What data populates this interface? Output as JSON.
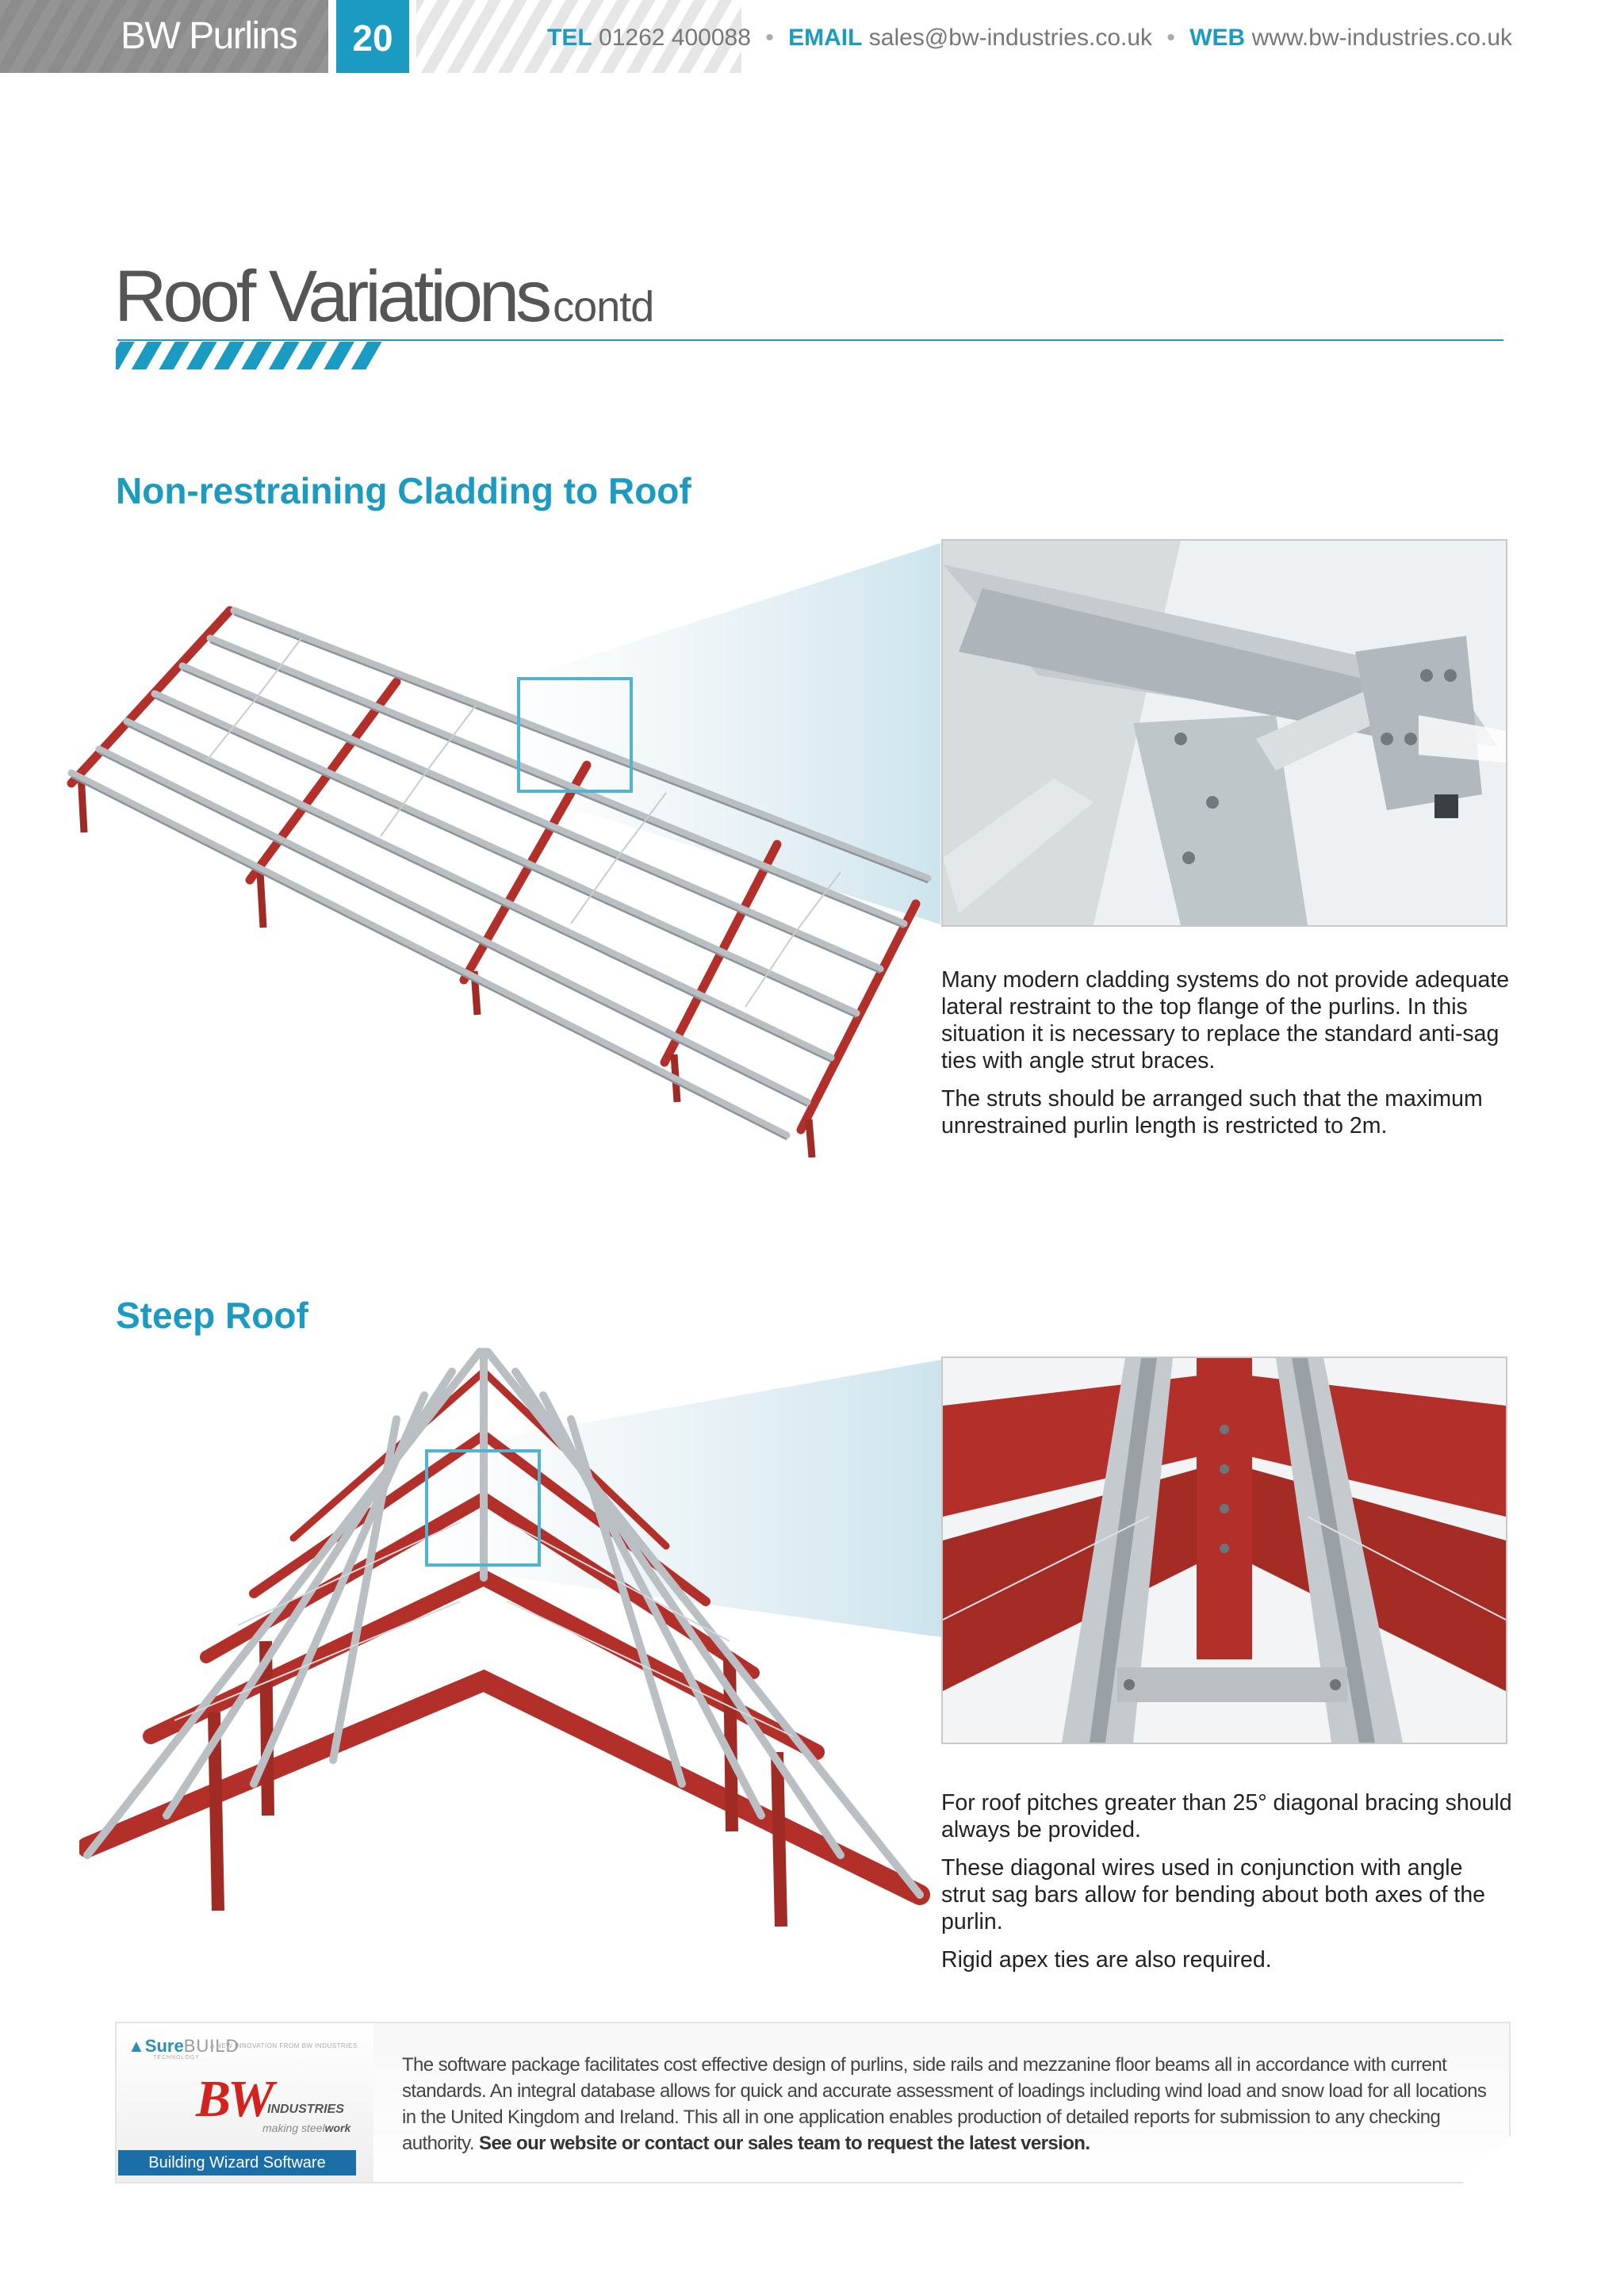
{
  "header": {
    "brand": "BW Purlins",
    "page_number": "20",
    "tel_label": "TEL",
    "tel": "01262 400088",
    "email_label": "EMAIL",
    "email": "sales@bw-industries.co.uk",
    "web_label": "WEB",
    "web": "www.bw-industries.co.uk",
    "separator": "•"
  },
  "heading": {
    "title": "Roof Variations",
    "suffix": "contd"
  },
  "sections": [
    {
      "title": "Non-restraining Cladding to Roof",
      "paragraphs": [
        "Many modern cladding systems do not provide adequate lateral restraint to the top flange of the purlins. In this situation it is necessary to replace the standard anti-sag ties with angle strut braces.",
        "The struts should be arranged such that the maximum unrestrained purlin length is restricted to 2m."
      ]
    },
    {
      "title": "Steep Roof",
      "paragraphs": [
        "For roof pitches greater than 25° diagonal bracing should always be provided.",
        "These diagonal wires used in conjunction with angle strut sag bars allow for bending about both axes of the purlin.",
        "Rigid apex ties are also required."
      ]
    }
  ],
  "footer": {
    "logo": {
      "surebuild_a": "Sure",
      "surebuild_b": "BUILD",
      "surebuild_tag": "A NEW INNOVATION FROM BW INDUSTRIES",
      "surebuild_sub": "TECHNOLOGY",
      "bw": "BW",
      "industries": "INDUSTRIES",
      "making": "making steel",
      "work": "work",
      "product": "Building Wizard Software"
    },
    "text": "The software package facilitates cost effective design of purlins, side rails and mezzanine floor beams all in accordance with current standards. An integral database allows for quick and accurate assessment of loadings including wind load and snow load  for all locations in the United Kingdom and Ireland. This all in one application enables production of detailed reports for submission to any checking authority.",
    "cta": "See our website or contact our sales team to request the latest version."
  },
  "colors": {
    "accent": "#1b9bc1",
    "steel_red": "#b3302a",
    "galvanised": "#b9bfc3",
    "header_grey": "#8c8c8d"
  }
}
